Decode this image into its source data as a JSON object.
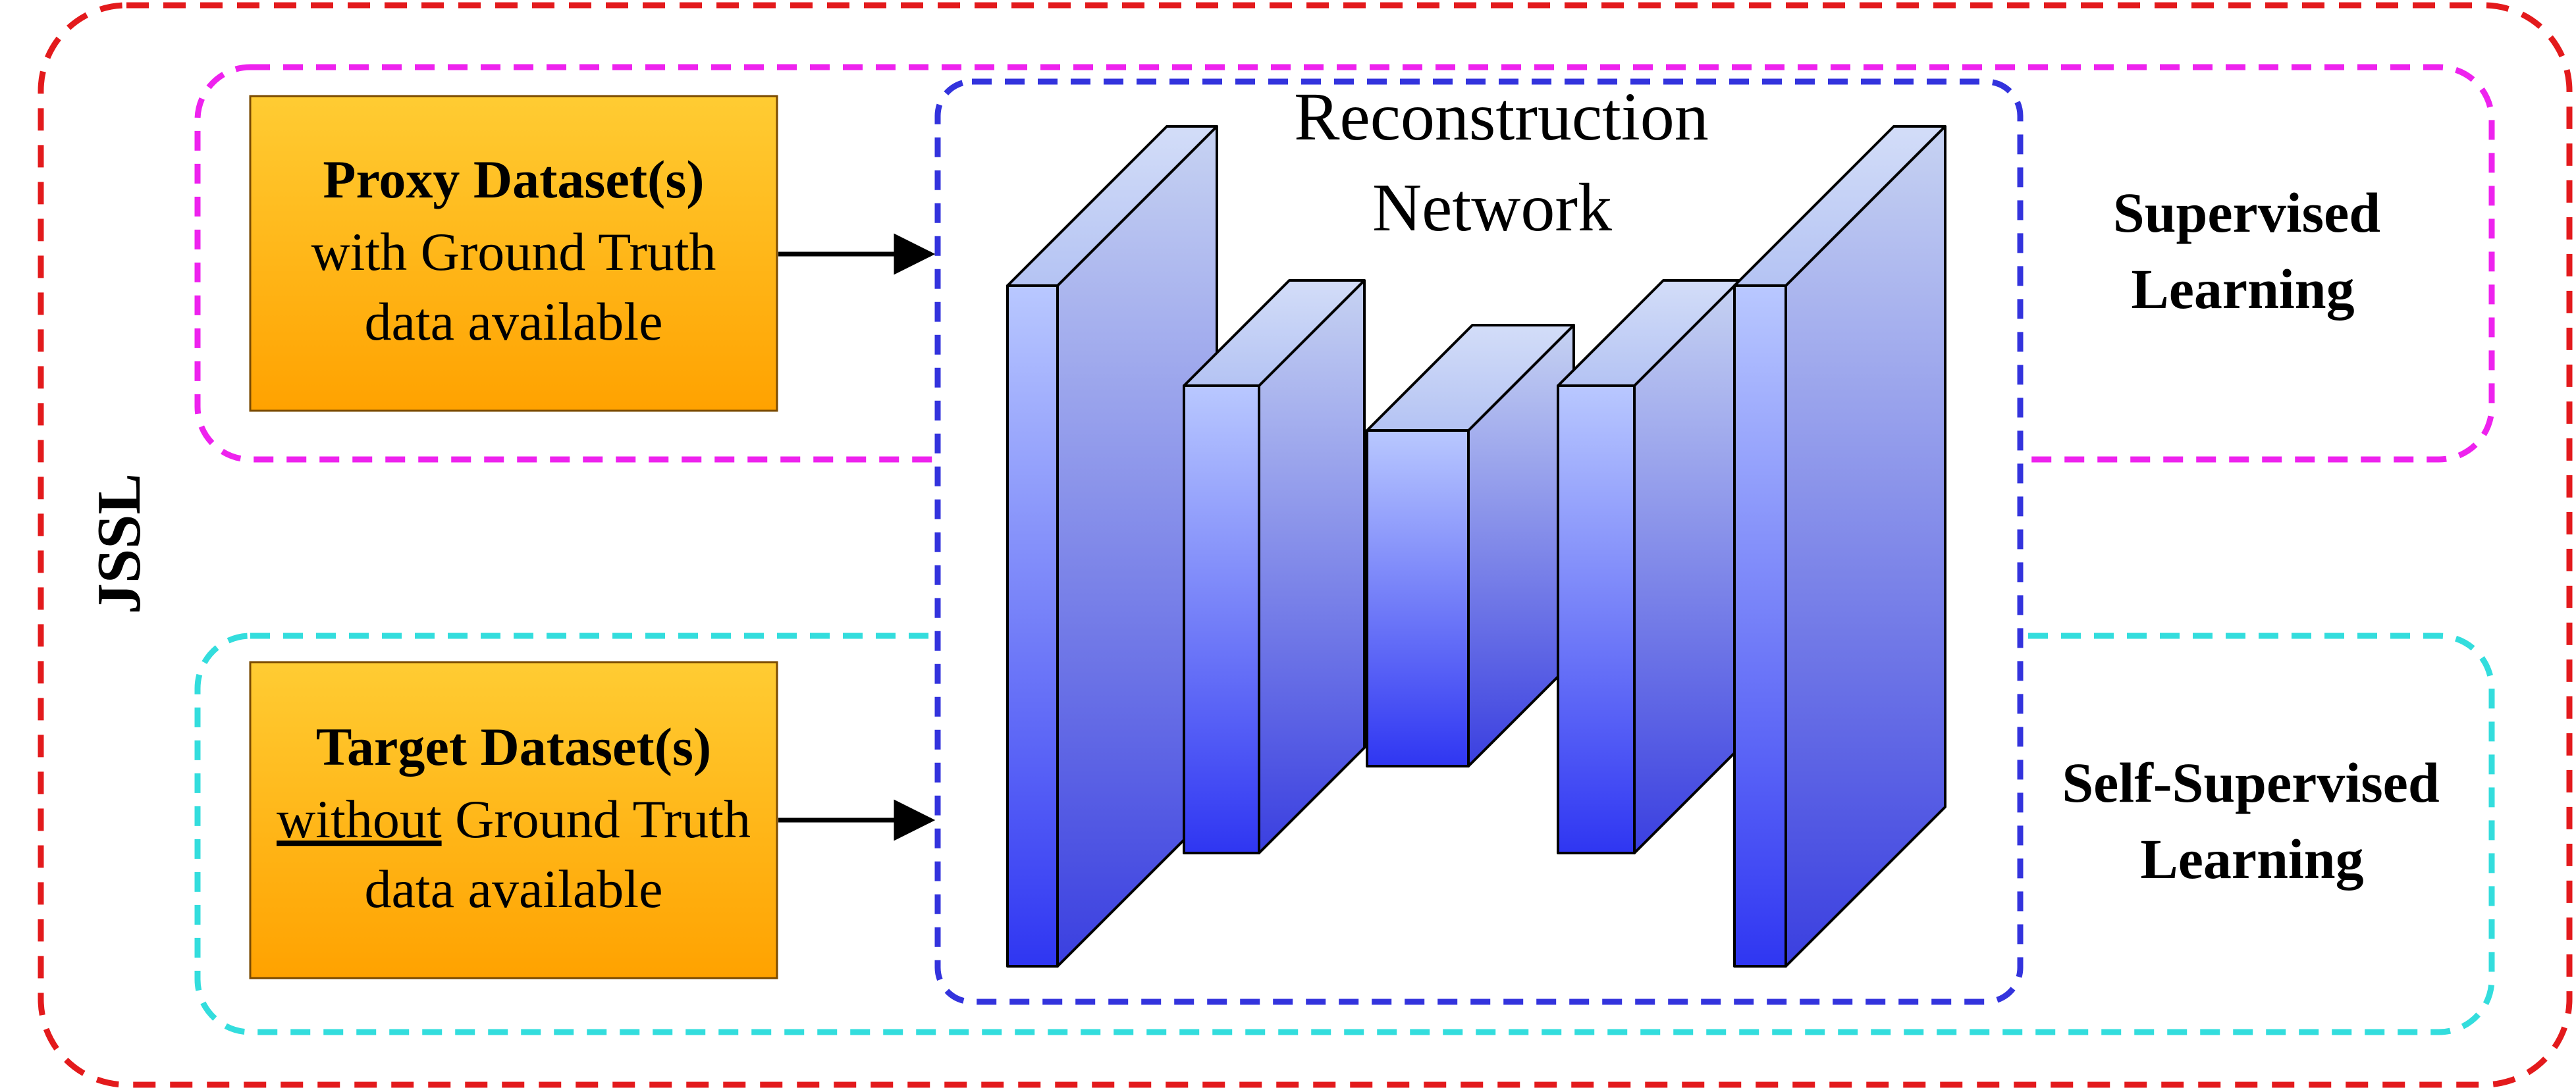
{
  "outer_frame": {
    "label": "JSSL",
    "color": "#e31a1c"
  },
  "supervised_region": {
    "label_line1": "Supervised",
    "label_line2": "Learning",
    "color": "#ee22ee"
  },
  "self_supervised_region": {
    "label_line1": "Self-Supervised",
    "label_line2": "Learning",
    "color": "#33dddd"
  },
  "proxy_box": {
    "title": "Proxy Dataset(s)",
    "line2": "with Ground Truth",
    "line3": "data available",
    "fill_top": "#ffcc33",
    "fill_bottom": "#ffa200"
  },
  "target_box": {
    "title": "Target Dataset(s)",
    "line2_underlined": "without",
    "line2_rest": " Ground Truth",
    "line3": "data available",
    "fill_top": "#ffcc33",
    "fill_bottom": "#ffa200"
  },
  "network": {
    "title_line1": "Reconstruction",
    "title_line2": "Network",
    "border_color": "#3333dd",
    "block_color_light": "#c6d3f7",
    "block_color_dark": "#2e2ef0"
  }
}
